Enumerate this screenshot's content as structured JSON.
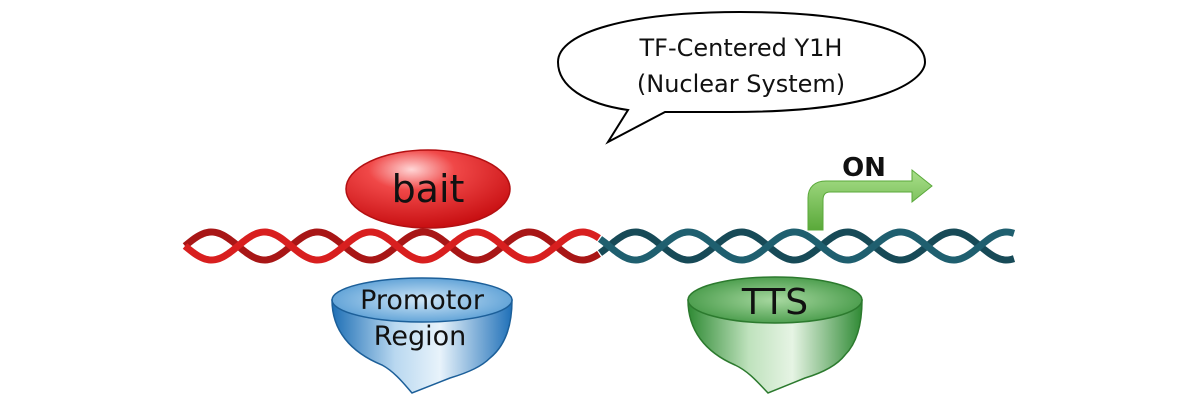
{
  "bubble": {
    "line1": "TF-Centered Y1H",
    "line2": "(Nuclear System)"
  },
  "bait": {
    "label": "bait"
  },
  "promoter": {
    "line1": "Promotor",
    "line2": "Region"
  },
  "tts": {
    "label": "TTS"
  },
  "arrow": {
    "label": "ON"
  },
  "colors": {
    "red_strand": "#d81f1f",
    "teal_strand": "#1f5f6f",
    "bait_fill": "#e51c1c",
    "promoter_fill": "#3a86c8",
    "tts_fill": "#3f9a3f",
    "arrow_fill": "#6fbf4a"
  }
}
